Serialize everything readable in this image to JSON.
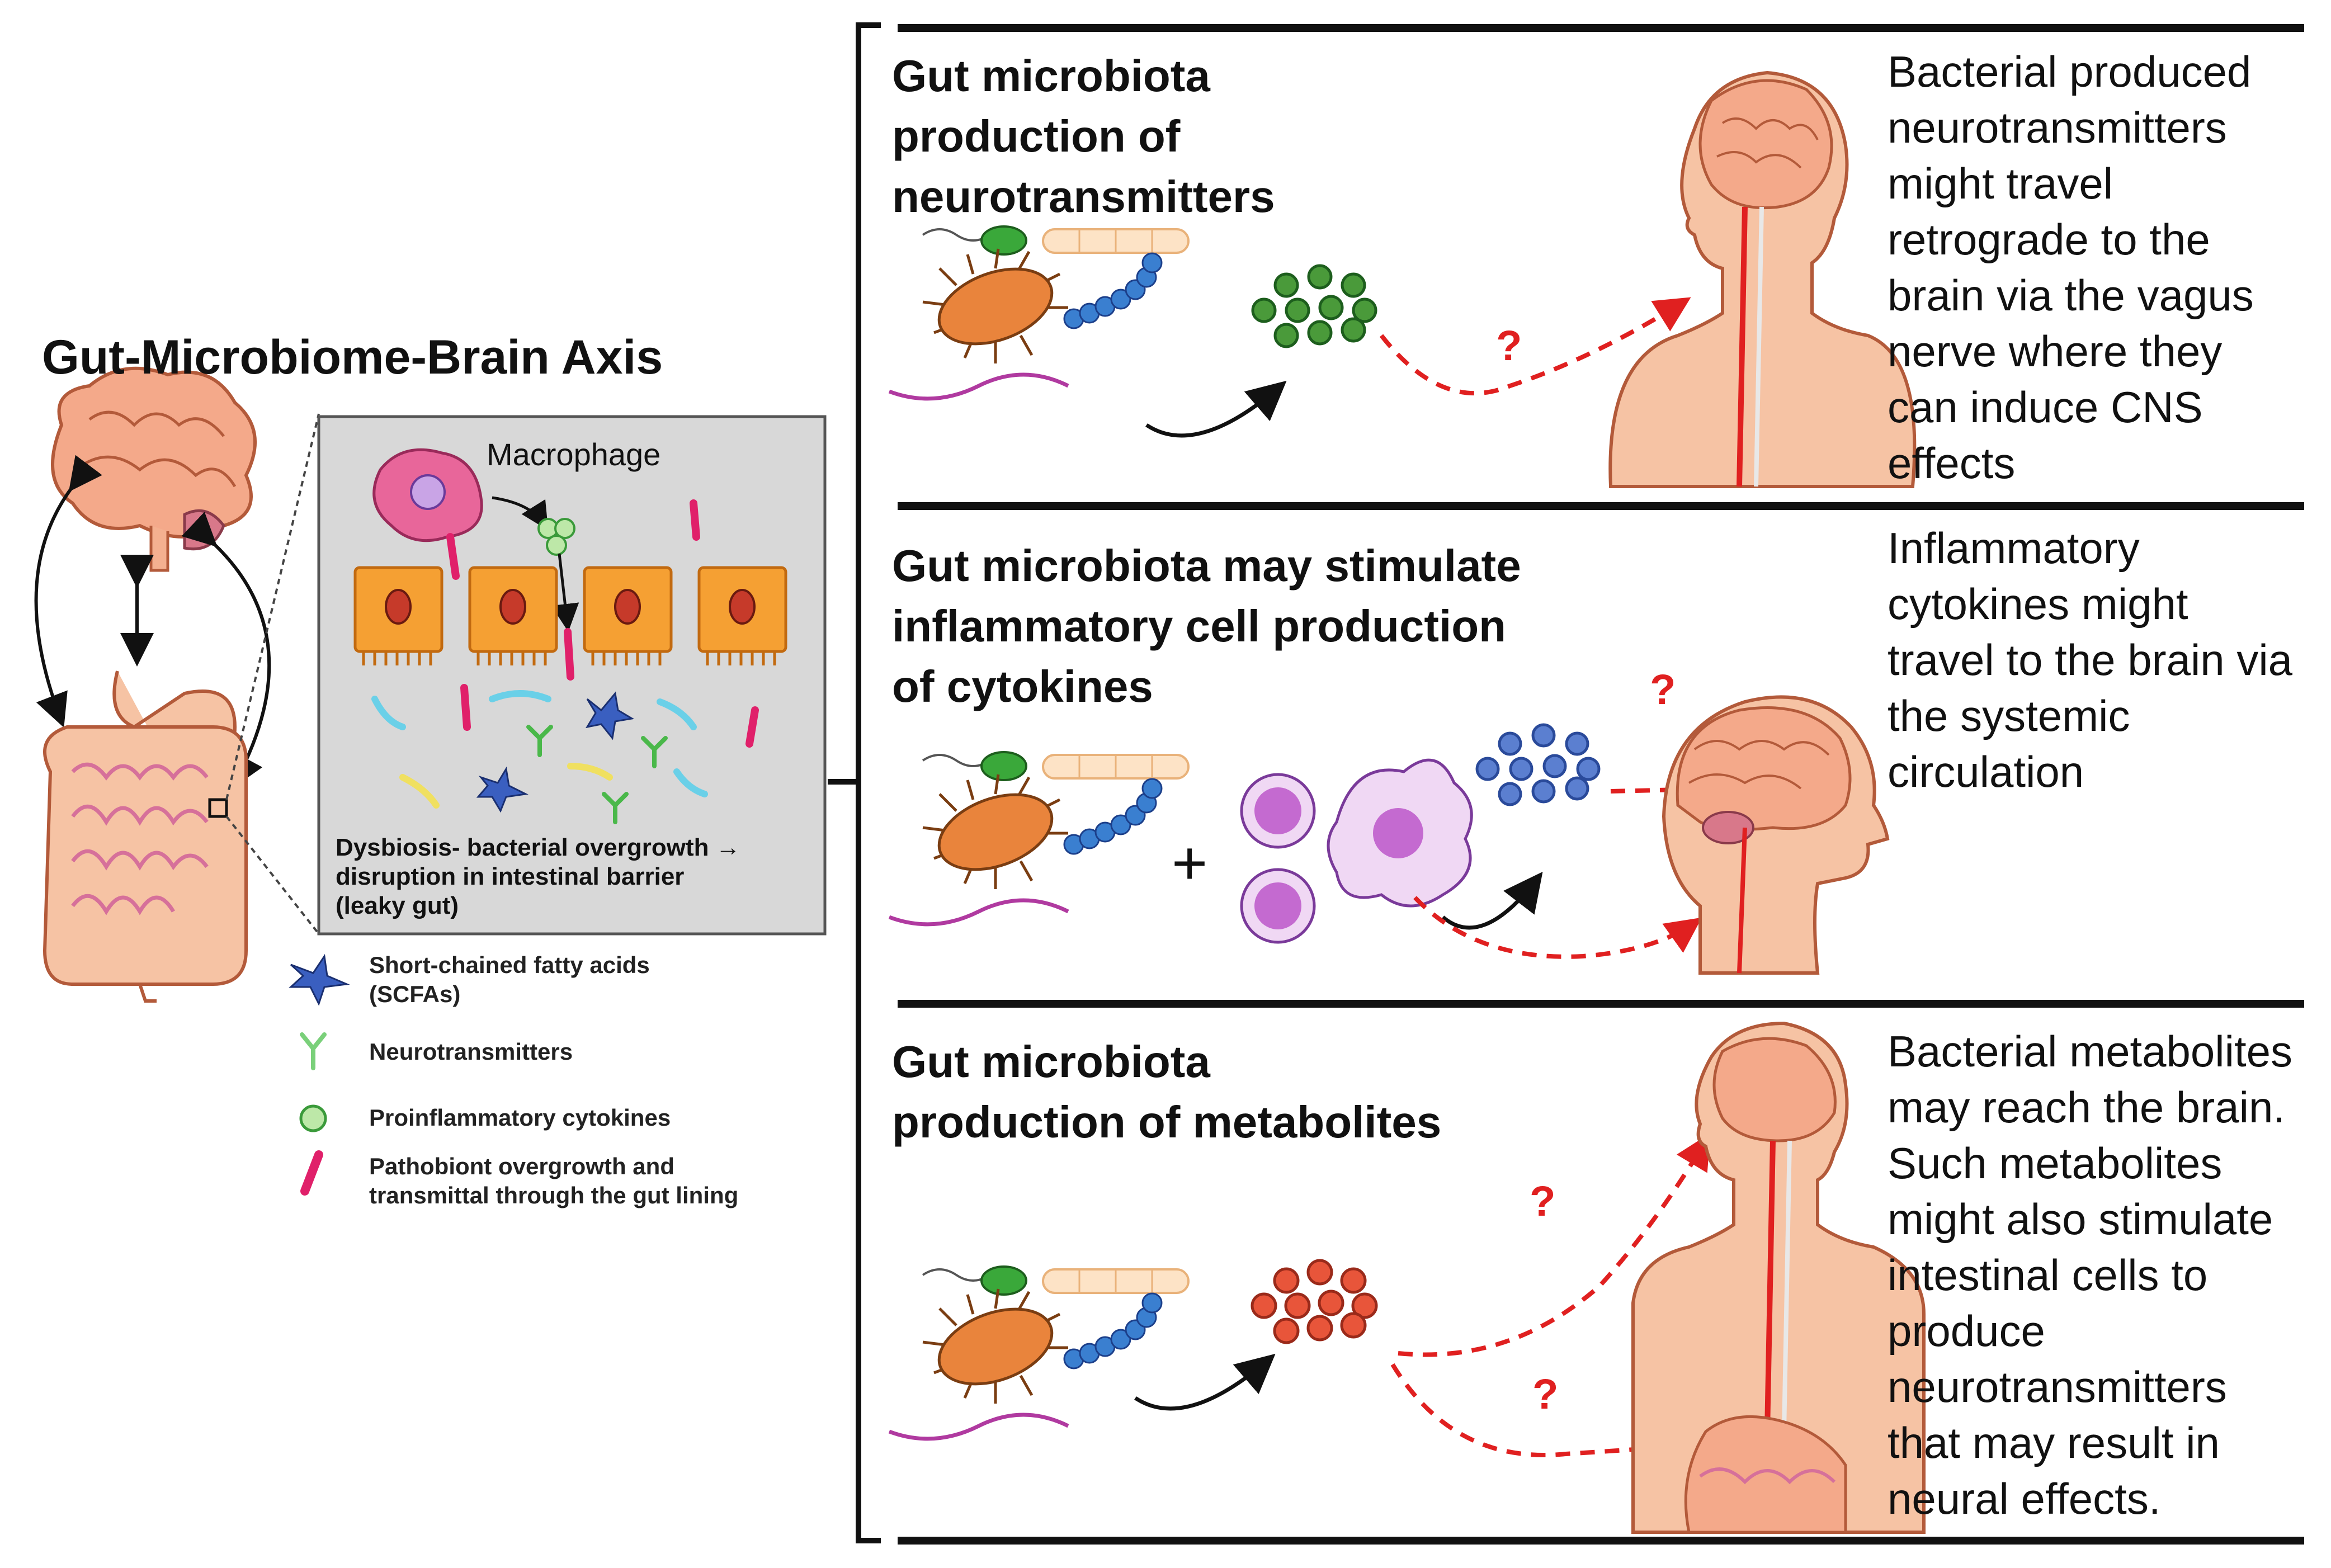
{
  "title": "Gut-Microbiome-Brain Axis",
  "inset": {
    "macrophage_label": "Macrophage",
    "caption_lines": [
      "Dysbiosis- bacterial overgrowth →",
      "disruption in intestinal barrier",
      "(leaky gut)"
    ]
  },
  "legend": [
    {
      "lines": [
        "Short-chained fatty acids",
        "(SCFAs)"
      ],
      "icon": "scfa-icon"
    },
    {
      "lines": [
        "Neurotransmitters"
      ],
      "icon": "neurotransmitter-icon"
    },
    {
      "lines": [
        "Proinflammatory cytokines"
      ],
      "icon": "cytokine-icon"
    },
    {
      "lines": [
        "Pathobiont overgrowth and",
        "transmittal through the gut lining"
      ],
      "icon": "pathobiont-icon"
    }
  ],
  "panels": [
    {
      "heading_lines": [
        "Gut microbiota",
        "production  of",
        "neurotransmitters"
      ],
      "description_lines": [
        "Bacterial produced",
        "neurotransmitters",
        "might travel",
        "retrograde to the",
        "brain via the vagus",
        "nerve where they",
        "can induce CNS",
        "effects"
      ]
    },
    {
      "heading_lines": [
        "Gut microbiota  may stimulate",
        "inflammatory  cell production",
        "of cytokines"
      ],
      "description_lines": [
        "Inflammatory",
        "cytokines might",
        "travel to the brain via",
        "the systemic",
        "circulation"
      ]
    },
    {
      "heading_lines": [
        "Gut microbiota",
        "production  of metabolites"
      ],
      "description_lines": [
        "Bacterial metabolites",
        "may reach the brain.",
        "Such metabolites",
        "might also stimulate",
        "intestinal cells to",
        "produce",
        "neurotransmitters",
        "that may result in",
        "neural effects."
      ]
    }
  ],
  "question_mark": "?",
  "plus_sign": "+",
  "colors": {
    "arrow_red": "#e02020",
    "neurotransmitter_dots": "#4a9a3a",
    "cytokine_dots": "#5b7fd0",
    "metabolite_dots": "#e8553a",
    "skin": "#f6c3a4",
    "brain": "#f4a98a",
    "epithelium": "#f5a033",
    "inset_bg": "#d8d8d8"
  }
}
